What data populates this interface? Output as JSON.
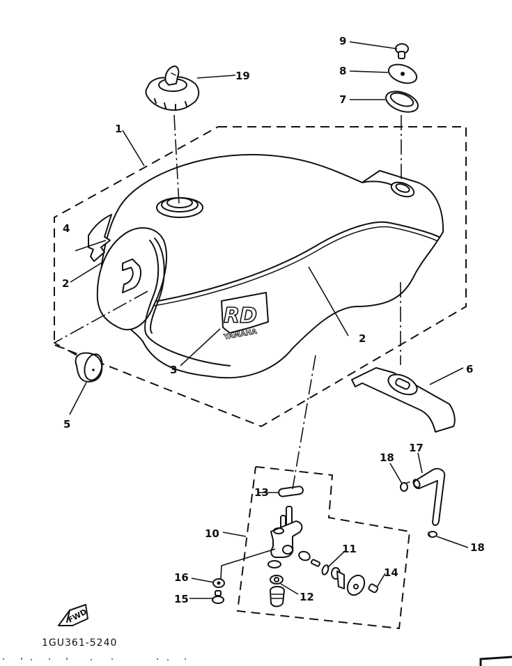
{
  "diagram": {
    "type": "exploded-parts-diagram",
    "subject": "Fuel tank assembly",
    "drawing_code": "1GU361-5240",
    "direction_marker": "FWD",
    "tank_emblem": {
      "logo": "RD",
      "brand": "YAMAHA"
    },
    "callouts": [
      {
        "id": "c1",
        "label": "1"
      },
      {
        "id": "c2a",
        "label": "2"
      },
      {
        "id": "c2b",
        "label": "2"
      },
      {
        "id": "c3",
        "label": "3"
      },
      {
        "id": "c4",
        "label": "4"
      },
      {
        "id": "c5",
        "label": "5"
      },
      {
        "id": "c6",
        "label": "6"
      },
      {
        "id": "c7",
        "label": "7"
      },
      {
        "id": "c8",
        "label": "8"
      },
      {
        "id": "c9",
        "label": "9"
      },
      {
        "id": "c10",
        "label": "10"
      },
      {
        "id": "c11",
        "label": "11"
      },
      {
        "id": "c12",
        "label": "12"
      },
      {
        "id": "c13",
        "label": "13"
      },
      {
        "id": "c14",
        "label": "14"
      },
      {
        "id": "c15",
        "label": "15"
      },
      {
        "id": "c16",
        "label": "16"
      },
      {
        "id": "c17",
        "label": "17"
      },
      {
        "id": "c18a",
        "label": "18"
      },
      {
        "id": "c18b",
        "label": "18"
      },
      {
        "id": "c19",
        "label": "19"
      }
    ],
    "parts": [
      {
        "ref": "1",
        "name": "fuel-tank"
      },
      {
        "ref": "2",
        "name": "tank-trim-strip"
      },
      {
        "ref": "3",
        "name": "tank-emblem"
      },
      {
        "ref": "4",
        "name": "side-decal"
      },
      {
        "ref": "5",
        "name": "rubber-damper"
      },
      {
        "ref": "6",
        "name": "tank-mounting-bracket"
      },
      {
        "ref": "7",
        "name": "grommet"
      },
      {
        "ref": "8",
        "name": "washer-plate"
      },
      {
        "ref": "9",
        "name": "mount-bolt"
      },
      {
        "ref": "10",
        "name": "fuel-cock-assembly"
      },
      {
        "ref": "11",
        "name": "o-ring"
      },
      {
        "ref": "12",
        "name": "gasket"
      },
      {
        "ref": "13",
        "name": "fuel-cock-gasket"
      },
      {
        "ref": "14",
        "name": "screw"
      },
      {
        "ref": "15",
        "name": "bolt"
      },
      {
        "ref": "16",
        "name": "washer"
      },
      {
        "ref": "17",
        "name": "fuel-hose"
      },
      {
        "ref": "18",
        "name": "hose-clip"
      },
      {
        "ref": "19",
        "name": "fuel-filler-cap"
      }
    ]
  }
}
